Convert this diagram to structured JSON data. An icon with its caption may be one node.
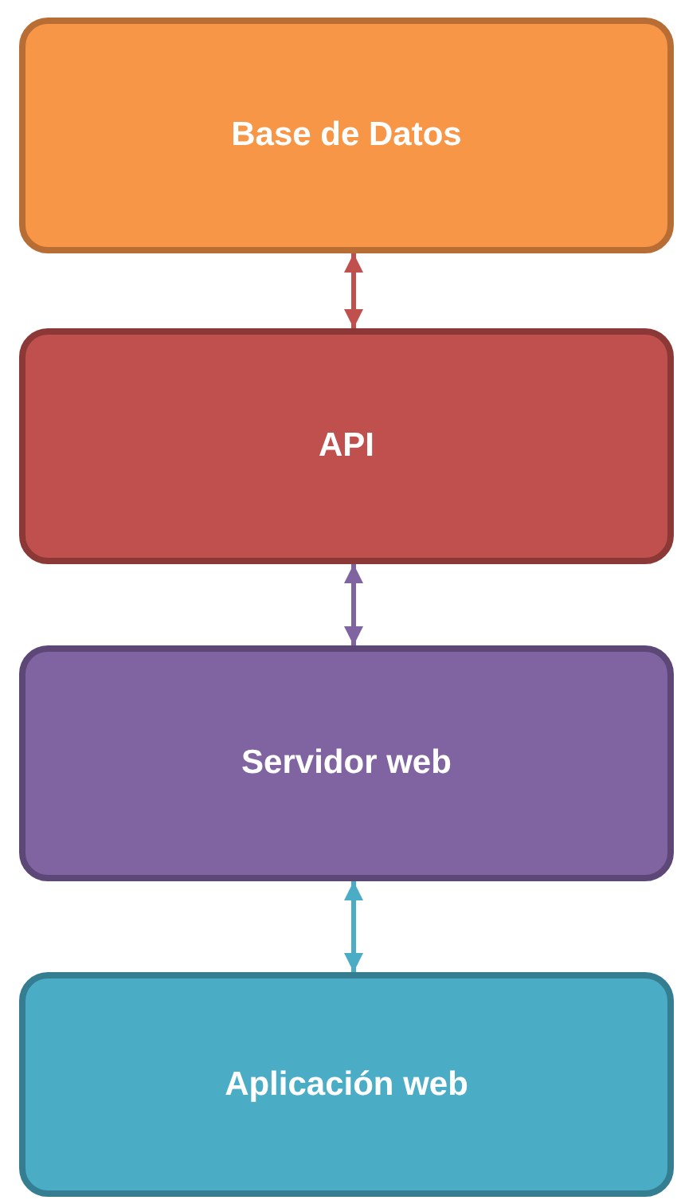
{
  "diagram": {
    "nodes": [
      {
        "text": [
          "Base de Datos"
        ]
      },
      {
        "text": [
          "API"
        ]
      },
      {
        "text": [
          "Servidor web"
        ]
      },
      {
        "text": [
          "Aplicación web"
        ]
      }
    ],
    "edges": [
      {
        "from": 0,
        "to": 1,
        "arrow": "both",
        "color": "#c0504d"
      },
      {
        "from": 1,
        "to": 2,
        "arrow": "both",
        "color": "#8064a2"
      },
      {
        "from": 2,
        "to": 3,
        "arrow": "both",
        "color": "#4bacc6"
      }
    ]
  }
}
